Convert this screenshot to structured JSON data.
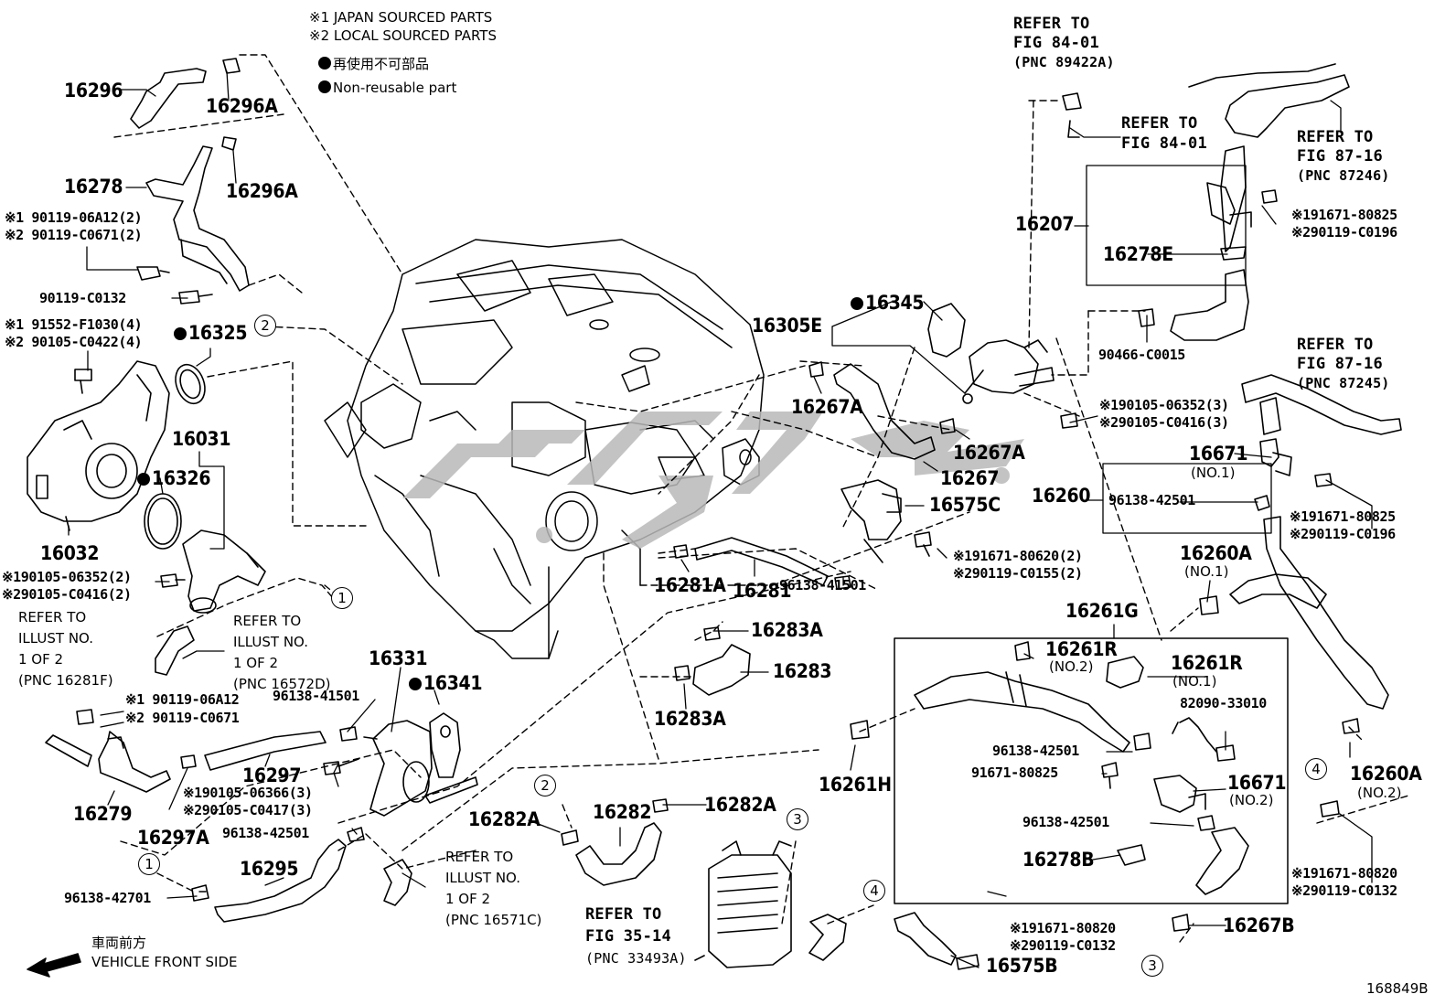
{
  "legend": {
    "japan_sourced": "※1  JAPAN SOURCED PARTS",
    "local_sourced": "※2  LOCAL SOURCED PARTS",
    "non_reusable_jp": "再使用不可部品",
    "non_reusable_en": "Non-reusable part"
  },
  "front": {
    "jp": "車両前方",
    "en": "VEHICLE FRONT SIDE"
  },
  "figure_id": "168849B",
  "watermark": "ﺗﺎﭘﺸﻴ",
  "parts": {
    "p16296": "16296",
    "p16296A_1": "16296A",
    "p16278": "16278",
    "p16296A_2": "16296A",
    "b1_l1": "※1 90119-06A12(2)",
    "b1_l2": "※2 90119-C0671(2)",
    "b2": "90119-C0132",
    "b3_l1": "※1 91552-F1030(4)",
    "b3_l2": "※2 90105-C0422(4)",
    "p16325": "16325",
    "p16031": "16031",
    "p16326": "16326",
    "p16032": "16032",
    "b4_l1": "※190105-06352(2)",
    "b4_l2": "※290105-C0416(2)",
    "ref1": [
      "REFER TO",
      "ILLUST NO.",
      "1 OF 2",
      "(PNC 16281F)"
    ],
    "ref2": [
      "REFER TO",
      "ILLUST NO.",
      "1 OF 2",
      "(PNC 16572D)"
    ],
    "b5_l1": "※1 90119-06A12",
    "b5_l2": "※2 90119-C0671",
    "p16279": "16279",
    "p16297A": "16297A",
    "p16297": "16297",
    "b6_l1": "※190105-06366(3)",
    "b6_l2": "※290105-C0417(3)",
    "c96138_41501_a": "96138-41501",
    "p16331": "16331",
    "p16341": "16341",
    "c96138_42501_a": "96138-42501",
    "p16295": "16295",
    "c96138_42701": "96138-42701",
    "ref3": [
      "REFER TO",
      "ILLUST NO.",
      "1 OF 2",
      "(PNC 16571C)"
    ],
    "p16282A_1": "16282A",
    "p16282": "16282",
    "p16282A_2": "16282A",
    "ref4": [
      "REFER TO",
      "FIG 35-14",
      "(PNC 33493A)"
    ],
    "p16281A": "16281A",
    "p16281": "16281",
    "c96138_41501_b": "96138-41501",
    "p16283A_1": "16283A",
    "p16283": "16283",
    "p16283A_2": "16283A",
    "p16305E": "16305E",
    "p16345": "16345",
    "p16267A_1": "16267A",
    "p16267A_2": "16267A",
    "p16267": "16267",
    "p16575C": "16575C",
    "b7_l1": "※191671-80620(2)",
    "b7_l2": "※290119-C0155(2)",
    "ref5": [
      "REFER TO",
      "FIG 84-01",
      "(PNC 89422A)"
    ],
    "ref6": [
      "REFER TO",
      "FIG 84-01"
    ],
    "ref7": [
      "REFER TO",
      "FIG 87-16",
      "(PNC 87246)"
    ],
    "p16207": "16207",
    "b8_l1": "※191671-80825",
    "b8_l2": "※290119-C0196",
    "p16278E": "16278E",
    "c90466": "90466-C0015",
    "ref8": [
      "REFER TO",
      "FIG 87-16",
      "(PNC 87245)"
    ],
    "b9_l1": "※190105-06352(3)",
    "b9_l2": "※290105-C0416(3)",
    "p16671_1": "16671",
    "no1_a": "(NO.1)",
    "p16260": "16260",
    "c96138_42501_b": "96138-42501",
    "b10_l1": "※191671-80825",
    "b10_l2": "※290119-C0196",
    "p16260A_1": "16260A",
    "no1_b": "(NO.1)",
    "p16261G": "16261G",
    "p16261R_1": "16261R",
    "no2_a": "(NO.2)",
    "p16261R_2": "16261R",
    "no1_c": "(NO.1)",
    "c82090": "82090-33010",
    "c96138_42501_c": "96138-42501",
    "c91671_80825": "91671-80825",
    "p16671_2": "16671",
    "no2_b": "(NO.2)",
    "c96138_42501_d": "96138-42501",
    "p16278B": "16278B",
    "p16261H": "16261H",
    "p16260A_2": "16260A",
    "no2_c": "(NO.2)",
    "b11_l1": "※191671-80820",
    "b11_l2": "※290119-C0132",
    "b12_l1": "※191671-80820",
    "b12_l2": "※290119-C0132",
    "p16267B": "16267B",
    "p16575B": "16575B"
  },
  "callouts": [
    "1",
    "2",
    "1",
    "2",
    "3",
    "4",
    "4",
    "3"
  ]
}
